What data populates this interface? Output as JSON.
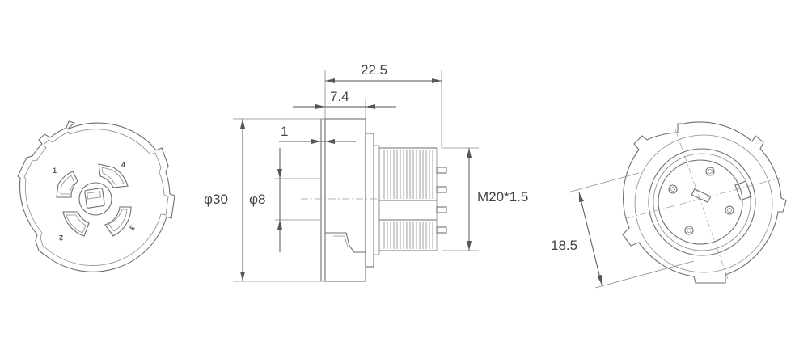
{
  "dimensions": {
    "overall_length": "22.5",
    "flange_thickness": "7.4",
    "gap": "1",
    "body_diameter": "φ30",
    "inner_diameter": "φ8",
    "thread": "M20*1.5",
    "flat_width": "18.5"
  },
  "pins": [
    "1",
    "4",
    "2",
    "3"
  ]
}
